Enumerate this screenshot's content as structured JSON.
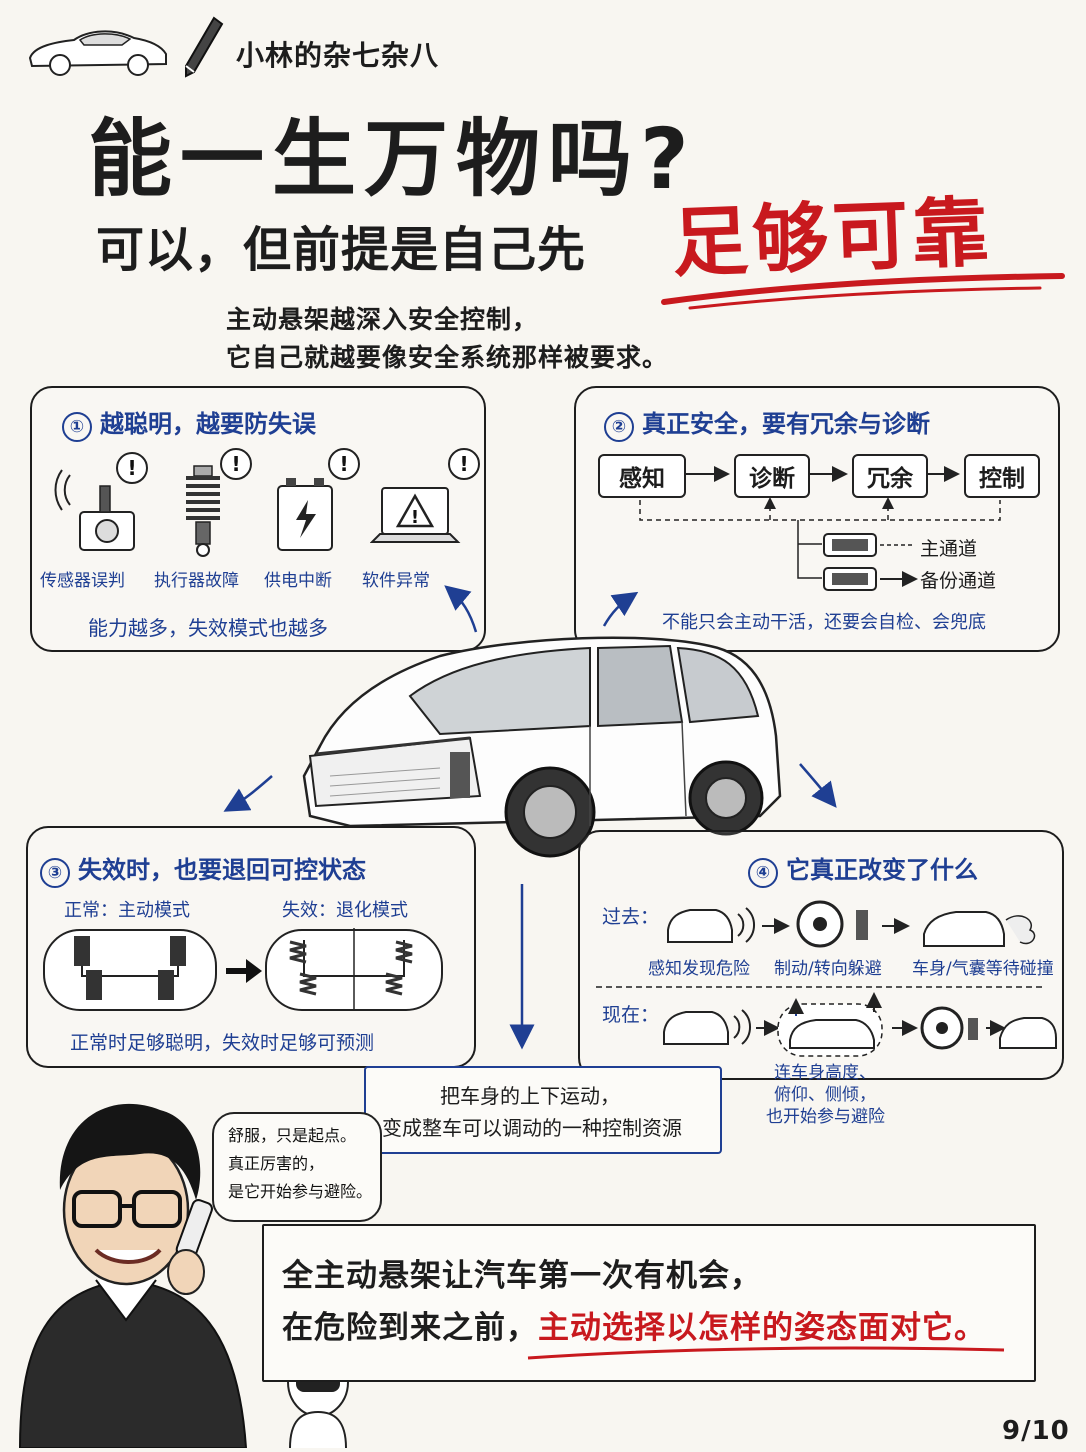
{
  "brand": {
    "subtitle": "小林的杂七杂八"
  },
  "title": {
    "main": "能一生万物吗?",
    "sub_prefix": "可以，但前提是自己先",
    "sub_highlight": "足够可靠"
  },
  "intro": {
    "line1": "主动悬架越深入安全控制，",
    "line2": "它自己就越要像安全系统那样被要求。"
  },
  "panel1": {
    "num": "①",
    "title": "越聪明，越要防失误",
    "items": [
      "传感器误判",
      "执行器故障",
      "供电中断",
      "软件异常"
    ],
    "footer": "能力越多，失效模式也越多"
  },
  "panel2": {
    "num": "②",
    "title": "真正安全，要有冗余与诊断",
    "flow": [
      "感知",
      "诊断",
      "冗余",
      "控制"
    ],
    "channels": [
      "主通道",
      "备份通道"
    ],
    "footer": "不能只会主动干活，还要会自检、会兜底"
  },
  "panel3": {
    "num": "③",
    "title": "失效时，也要退回可控状态",
    "normal": "正常：主动模式",
    "failure": "失效：退化模式",
    "footer": "正常时足够聪明，失效时足够可预测"
  },
  "panel4": {
    "num": "④",
    "title": "它真正改变了什么",
    "past_label": "过去：",
    "past_items": [
      "感知发现危险",
      "制动/转向躲避",
      "车身/气囊等待碰撞"
    ],
    "now_label": "现在：",
    "now_note": [
      "连车身高度、",
      "俯仰、侧倾，",
      "也开始参与避险"
    ]
  },
  "center_box": {
    "line1": "把车身的上下运动，",
    "line2": "变成整车可以调动的一种控制资源"
  },
  "speech": {
    "line1": "舒服，只是起点。",
    "line2": "真正厉害的，",
    "line3": "是它开始参与避险。"
  },
  "conclusion": {
    "line1": "全主动悬架让汽车第一次有机会，",
    "line2_prefix": "在危险到来之前，",
    "line2_highlight": "主动选择以怎样的姿态面对它。"
  },
  "page_number": "9/10",
  "colors": {
    "blue": "#1f3f93",
    "red": "#c8191e",
    "ink": "#1d1d1d",
    "paper": "#f8f6f1"
  }
}
